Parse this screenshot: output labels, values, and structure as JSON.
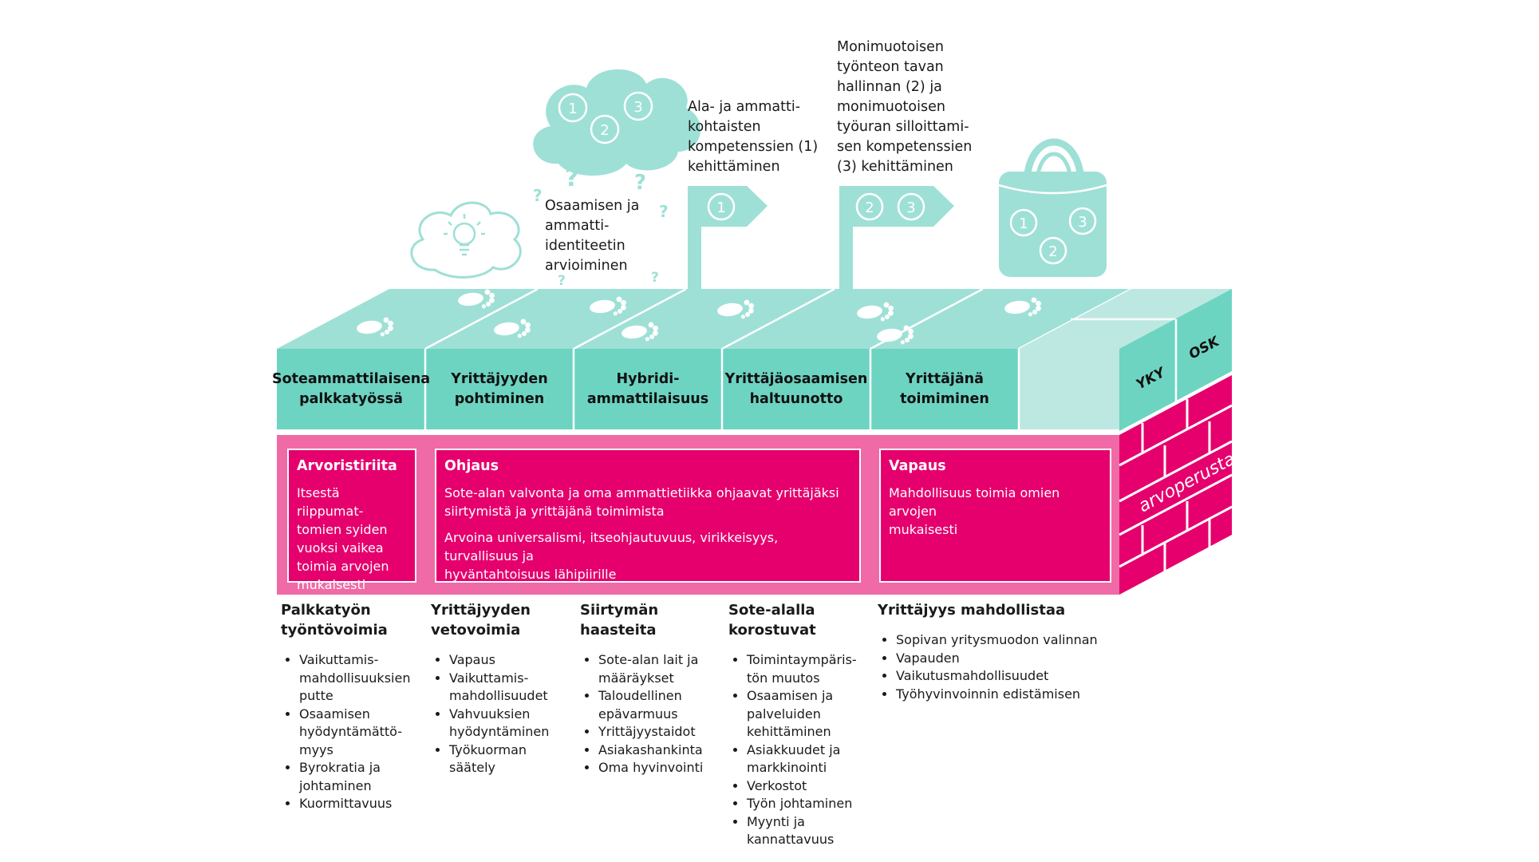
{
  "colors": {
    "mint": "#9ee0d6",
    "teal_front": "#6dd4c2",
    "light_teal": "#bde8e1",
    "magenta": "#e5006d",
    "pink_frame": "#ef6aa6",
    "text": "#1a1a1a"
  },
  "icons": [
    "thought-cloud-icon",
    "lightbulb-icon",
    "question-mark-icon",
    "footprint-icon",
    "flag-icon",
    "bag-icon",
    "number-badge-icon"
  ],
  "top_labels": {
    "assessment": "Osaamisen ja\nammatti-\nidentiteetin\narvioiminen",
    "flag1": "Ala- ja ammatti-\nkohtaisten\nkompetenssien (1)\nkehittäminen",
    "flag2": "Monimuotoisen\ntyönteon tavan\nhallinnan (2) ja\nmonimuotoisen\ntyöuran silloittami-\nsen kompetenssien\n(3) kehittäminen"
  },
  "badges": {
    "one": "1",
    "two": "2",
    "three": "3",
    "question": "?"
  },
  "cells": [
    "Soteammattilaisena\npalkkatyössä",
    "Yrittäjyyden\npohtiminen",
    "Hybridi-\nammattilaisuus",
    "Yrittäjäosaamisen\nhaltuunotto",
    "Yrittäjänä\ntoimiminen"
  ],
  "side_labels": {
    "yky": "YKY",
    "osk": "OSK",
    "arvoperusta": "arvoperusta"
  },
  "values": {
    "arvoristiriita": {
      "title": "Arvoristiriita",
      "text": "Itsestä riippumat-\ntomien syiden\nvuoksi vaikea\ntoimia arvojen\nmukaisesti"
    },
    "ohjaus": {
      "title": "Ohjaus",
      "text1": "Sote-alan valvonta ja oma ammattietiikka ohjaavat yrittäjäksi\nsiirtymistä ja yrittäjänä toimimista",
      "text2": "Arvoina universalismi, itseohjautuvuus, virikkeisyys, turvallisuus ja\nhyväntahtoisuus lähipiirille"
    },
    "vapaus": {
      "title": "Vapaus",
      "text": "Mahdollisuus toimia omien arvojen\nmukaisesti"
    }
  },
  "columns": [
    {
      "title": "Palkkatyön\ntyöntövoimia",
      "items": [
        "Vaikuttamis-\nmahdollisuuksien\nputte",
        "Osaamisen\nhyödyntämättö-\nmyys",
        "Byrokratia ja\njohtaminen",
        "Kuormittavuus"
      ]
    },
    {
      "title": "Yrittäjyyden\nvetovoimia",
      "items": [
        "Vapaus",
        "Vaikuttamis-\nmahdollisuudet",
        "Vahvuuksien\nhyödyntäminen",
        "Työkuorman\nsäätely"
      ]
    },
    {
      "title": "Siirtymän\nhaasteita",
      "items": [
        "Sote-alan lait ja\nmääräykset",
        "Taloudellinen\nepävarmuus",
        "Yrittäjyystaidot",
        "Asiakashankinta",
        "Oma hyvinvointi"
      ]
    },
    {
      "title": "Sote-alalla\nkorostuvat",
      "items": [
        "Toimintaympäris-\ntön muutos",
        "Osaamisen ja\npalveluiden\nkehittäminen",
        "Asiakkuudet ja\nmarkkinointi",
        "Verkostot",
        "Työn johtaminen",
        "Myynti ja\nkannattavuus"
      ]
    },
    {
      "title": "Yrittäjyys mahdollistaa",
      "items": [
        "Sopivan yritysmuodon valinnan",
        "Vapauden",
        "Vaikutusmahdollisuudet",
        "Työhyvinvoinnin edistämisen"
      ]
    }
  ]
}
